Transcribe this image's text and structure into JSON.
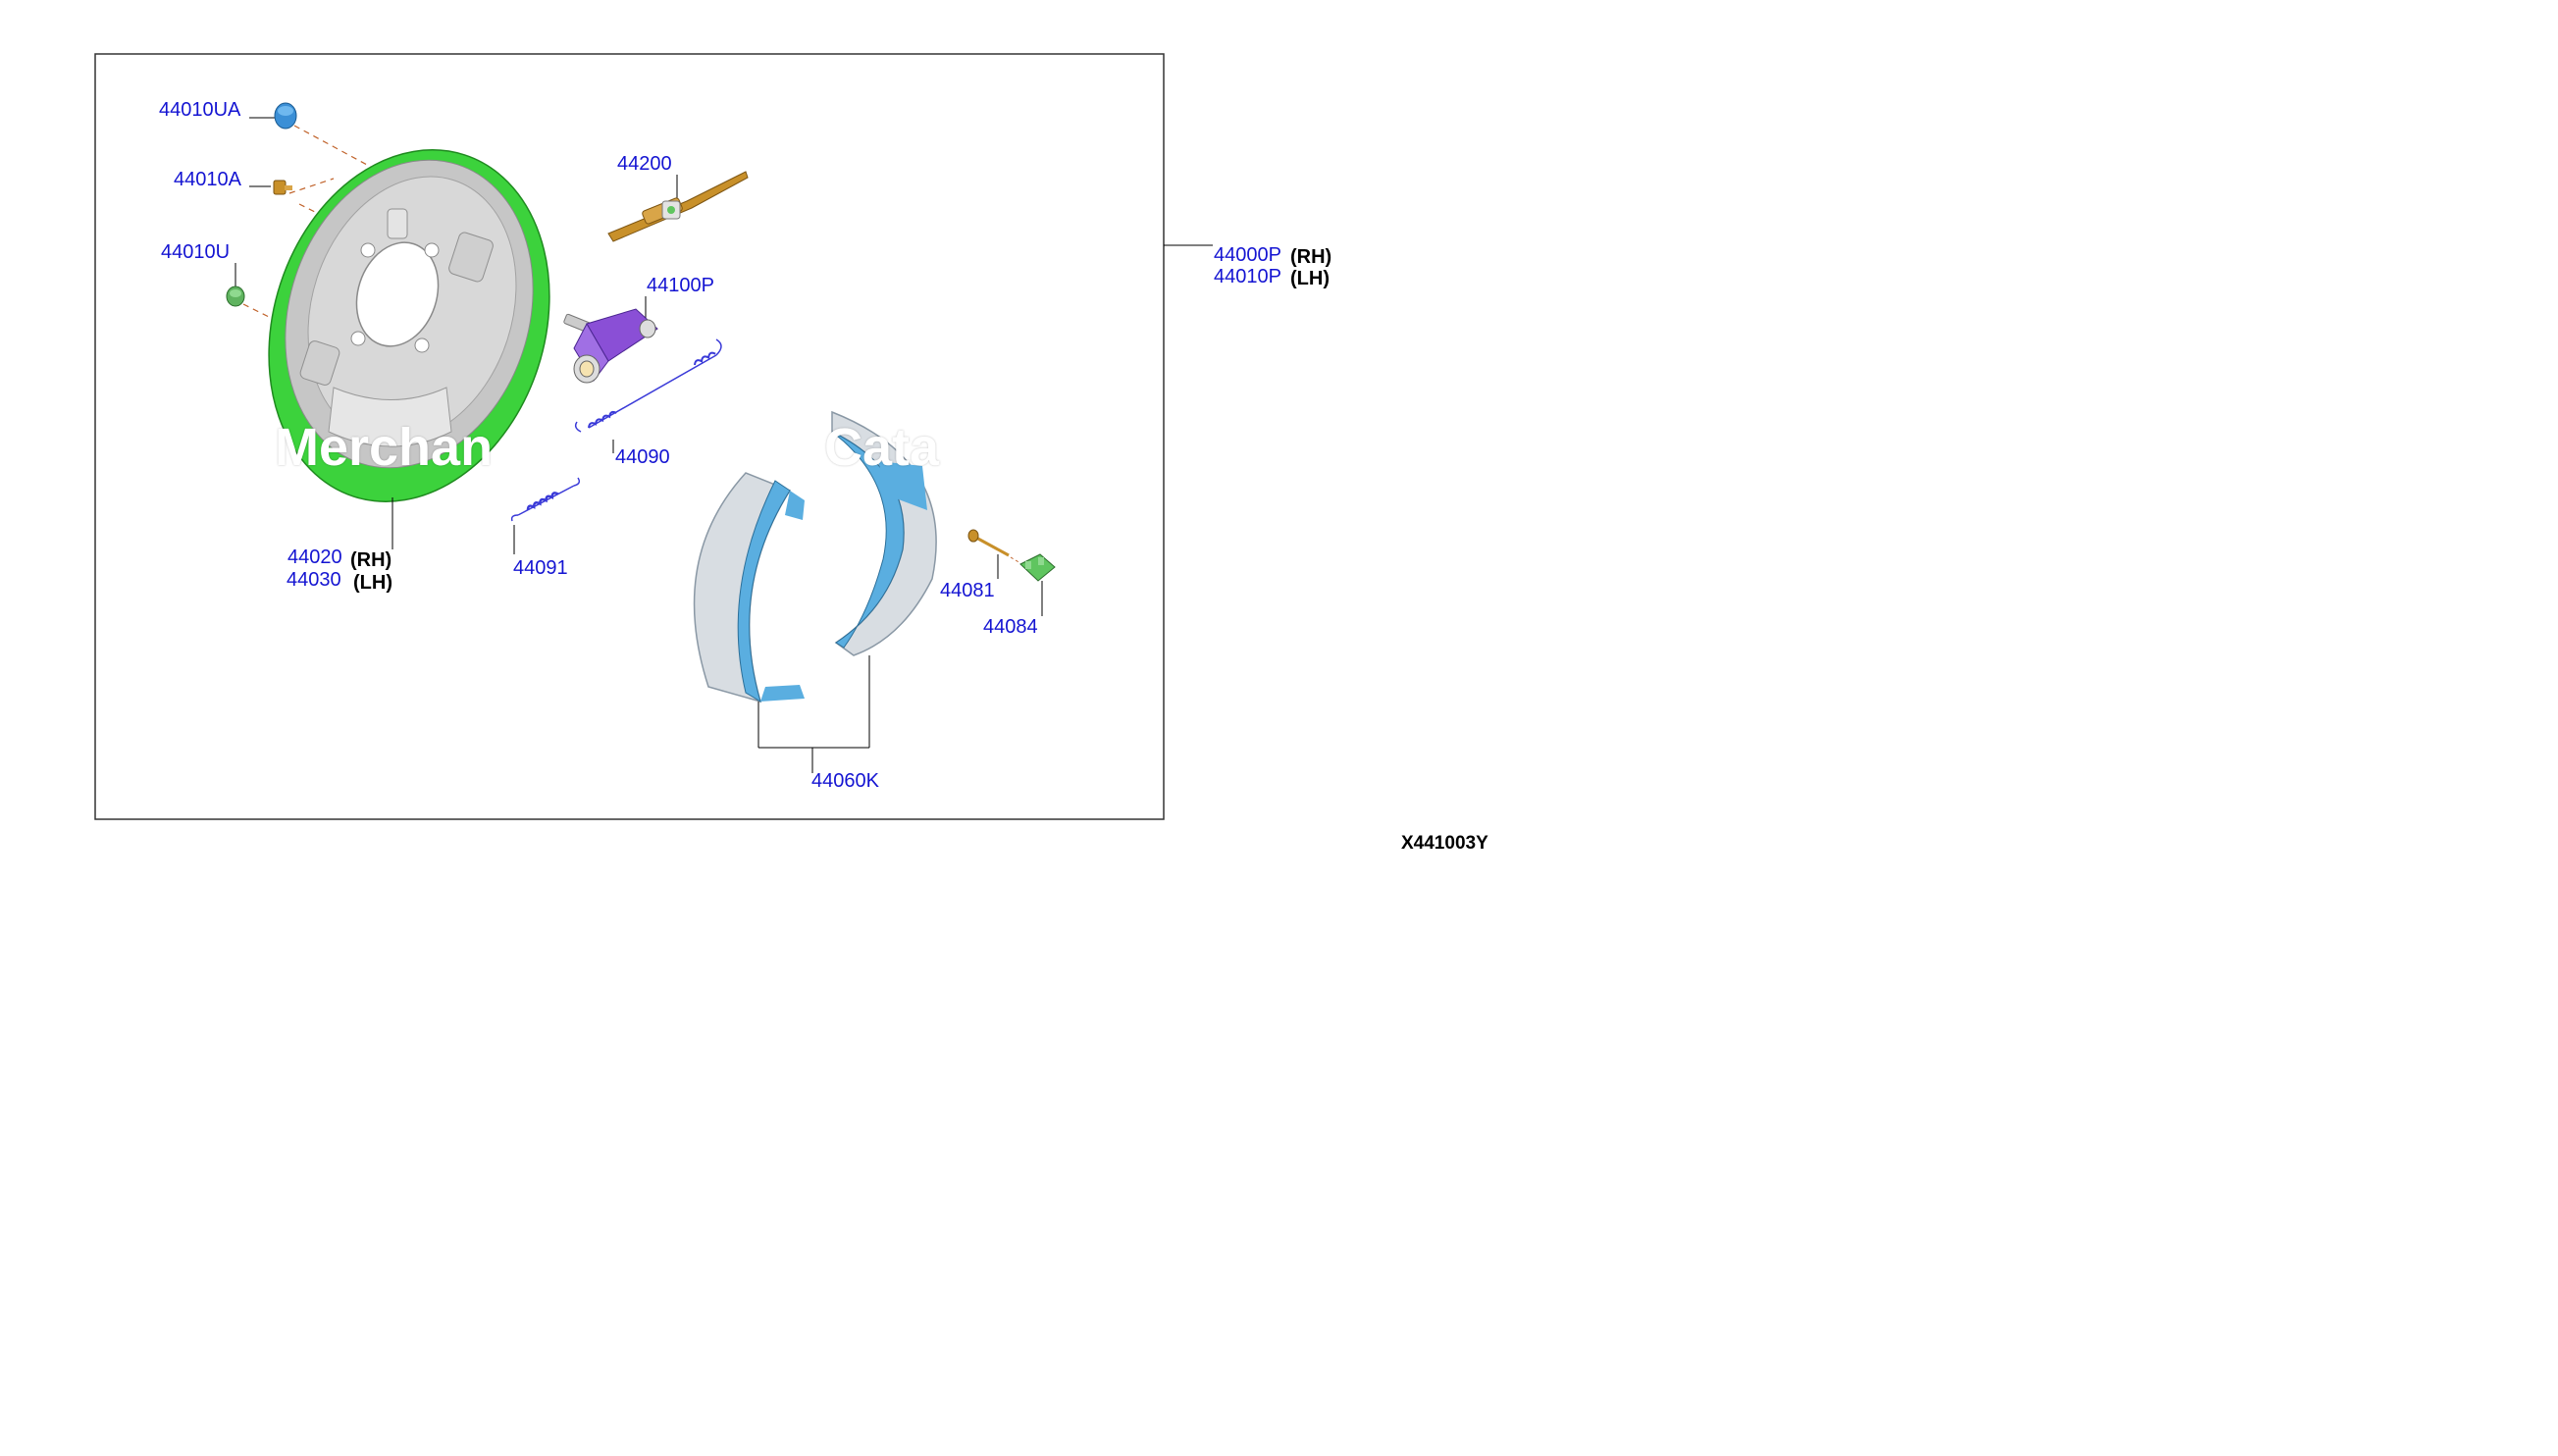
{
  "diagram_code": "X441003Y",
  "parts": {
    "grommet_upper": {
      "number": "44010UA"
    },
    "bolt": {
      "number": "44010A"
    },
    "grommet_lower": {
      "number": "44010U"
    },
    "adjuster": {
      "number": "44200"
    },
    "wheel_cylinder": {
      "number": "44100P"
    },
    "return_spring_upper": {
      "number": "44090"
    },
    "backing_plate": {
      "number_rh": "44020",
      "side_rh": "(RH)",
      "number_lh": "44030",
      "side_lh": "(LH)"
    },
    "return_spring_lower": {
      "number": "44091"
    },
    "brake_assembly": {
      "number_rh": "44000P",
      "side_rh": "(RH)",
      "number_lh": "44010P",
      "side_lh": "(LH)"
    },
    "brake_shoes": {
      "number": "44060K"
    },
    "hold_pin": {
      "number": "44081"
    },
    "hold_spring": {
      "number": "44084"
    }
  },
  "watermark": {
    "left_text": "Merchan",
    "right_text": "Cata"
  },
  "colors": {
    "label_blue": "#1414d2",
    "backing_plate_green": "#3cd23c",
    "cylinder_purple": "#8a4fd6",
    "spring_blue": "#3a3ad8",
    "shoe_blue": "#5aaee0",
    "adjuster_brass": "#c8902a",
    "bolt_green": "#5fc55f"
  }
}
